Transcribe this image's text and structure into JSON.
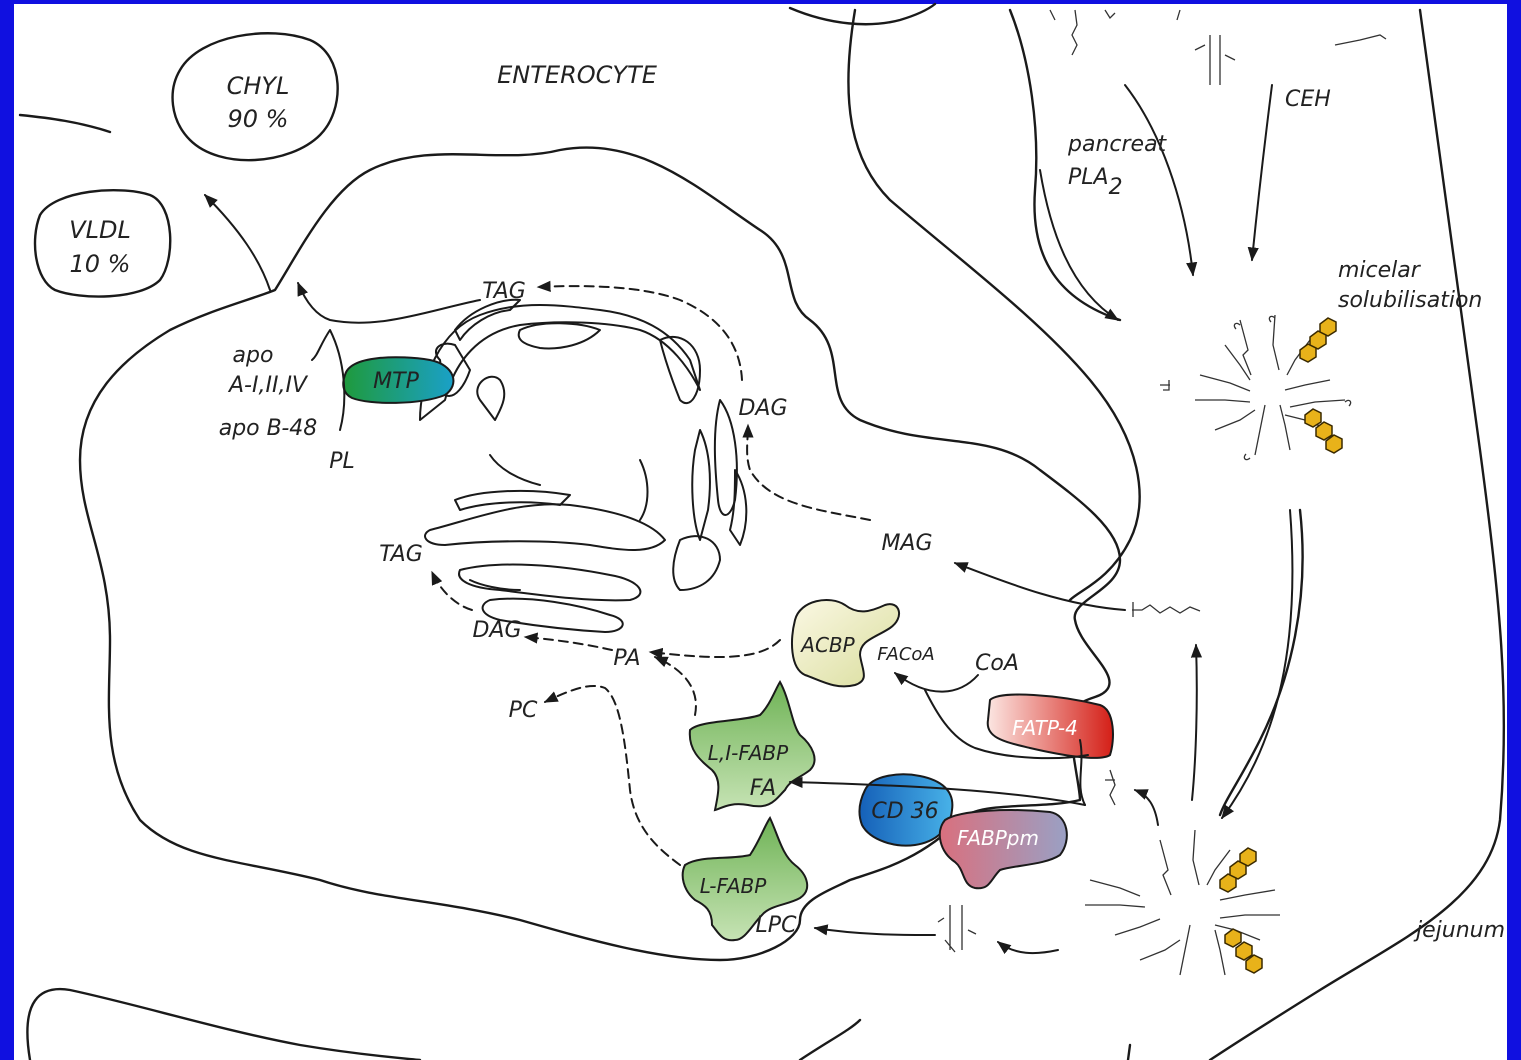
{
  "labels": {
    "enterocyte": "ENTEROCYTE",
    "chyl_name": "CHYL",
    "chyl_pct": "90 %",
    "vldl_name": "VLDL",
    "vldl_pct": "10 %",
    "apo": "apo",
    "apo_a": "A-I,II,IV",
    "apo_b48": "apo B-48",
    "pl": "PL",
    "tag_top": "TAG",
    "dag_right": "DAG",
    "mag": "MAG",
    "tag_left": "TAG",
    "dag_left": "DAG",
    "pa": "PA",
    "pc": "PC",
    "facoa": "FACoA",
    "coa": "CoA",
    "fa": "FA",
    "lpc": "LPC",
    "pancreat": "pancreat",
    "pla": "PLA",
    "pla_sub": "2",
    "ceh": "CEH",
    "micelar": "micelar",
    "solubilisation": "solubilisation",
    "jejunum": "jejunum"
  },
  "proteins": {
    "mtp": "MTP",
    "acbp": "ACBP",
    "fatp4": "FATP-4",
    "li_fabp": "L,I-FABP",
    "cd36": "CD 36",
    "fabppm": "FABPpm",
    "l_fabp": "L-FABP"
  },
  "colors": {
    "background": "#1010e0",
    "mtp": [
      "#1f9a3c",
      "#1aa0c8"
    ],
    "acbp": [
      "#f7f4d6",
      "#dfe3a8"
    ],
    "fatp4": [
      "#fbe3df",
      "#d8261e"
    ],
    "fabp": "#8fc676",
    "cd36": [
      "#1a6fc4",
      "#38a6e2"
    ],
    "fabppm": [
      "#d47a86",
      "#8e94b8"
    ],
    "cholesterol": "#e8b21a"
  }
}
